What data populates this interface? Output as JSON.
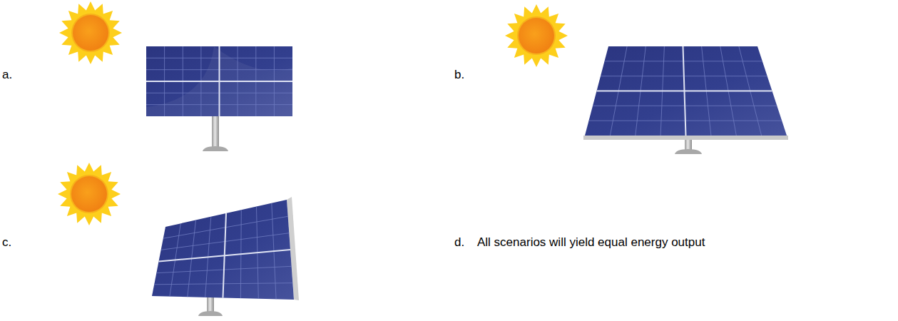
{
  "diagram": {
    "labels": [
      "a.",
      "b.",
      "c.",
      "d.",
      "All scenarios will yield equal energy output"
    ]
  }
}
